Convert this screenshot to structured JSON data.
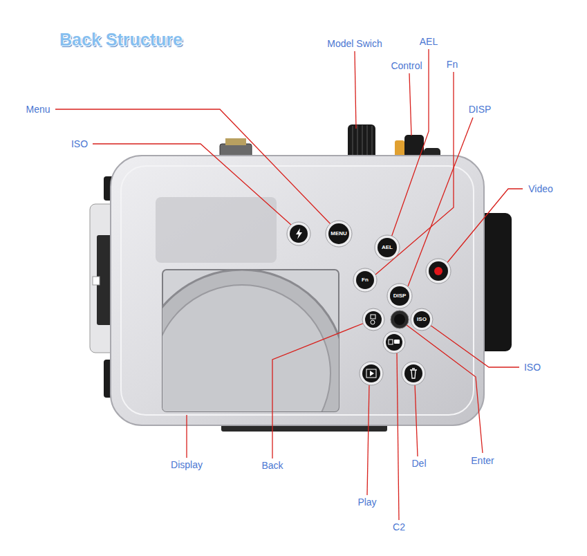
{
  "diagram": {
    "title": "Back Structure",
    "labels": [
      "Model Swich",
      "AEL",
      "Fn",
      "Control",
      "Menu",
      "ISO",
      "DISP",
      "Video",
      "ISO",
      "Enter",
      "Display",
      "Back",
      "Del",
      "Play",
      "C2",
      "MENU",
      "AEL",
      "Fn",
      "DISP",
      "ISO"
    ]
  }
}
